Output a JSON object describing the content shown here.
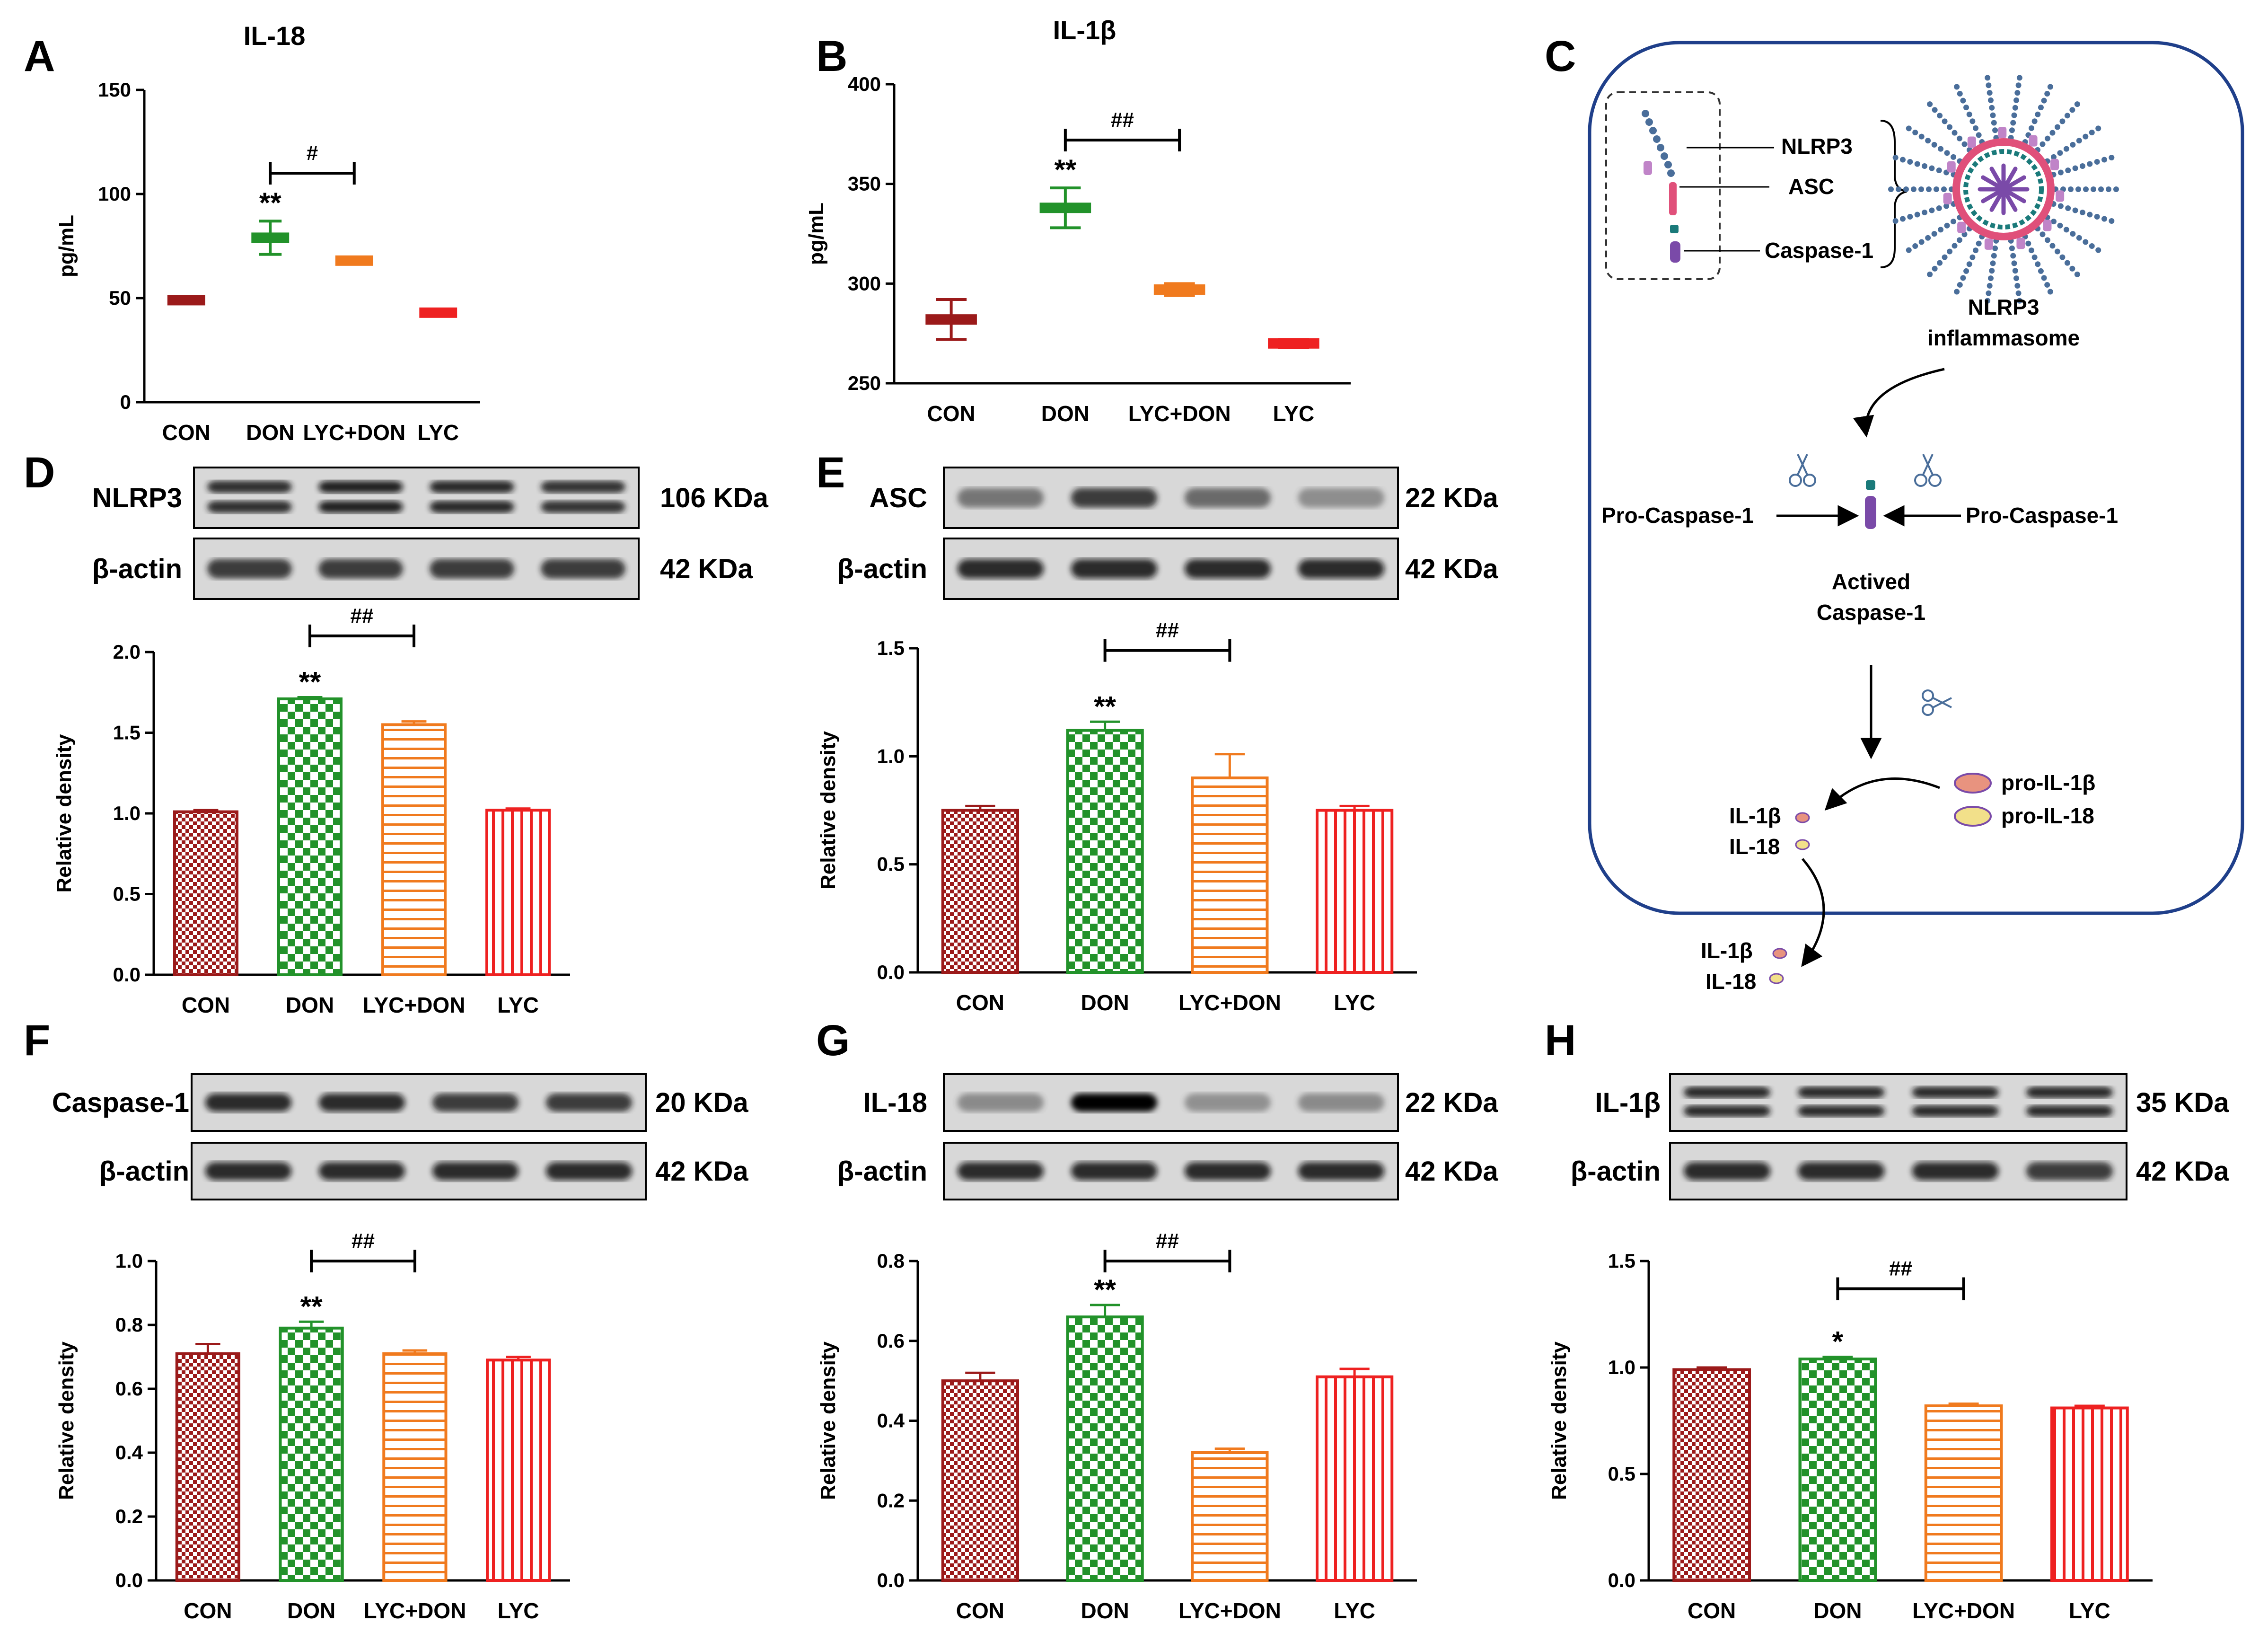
{
  "colors": {
    "con": "#9b1a1a",
    "don": "#22922a",
    "lycdon": "#f07a1e",
    "lyc": "#ee2121",
    "axis": "#000000",
    "cell_border": "#1f3f8a"
  },
  "panels": {
    "A": "A",
    "B": "B",
    "C": "C",
    "D": "D",
    "E": "E",
    "F": "F",
    "G": "G",
    "H": "H"
  },
  "chart_data": [
    {
      "id": "A",
      "type": "scatter",
      "title": "IL-18",
      "ylabel": "pg/mL",
      "ylim": [
        0,
        150
      ],
      "yticks": [
        "0",
        "50",
        "100",
        "150"
      ],
      "categories": [
        "CON",
        "DON",
        "LYC+DON",
        "LYC"
      ],
      "values": [
        49,
        79,
        68,
        43
      ],
      "errors": [
        0,
        8,
        0,
        0
      ],
      "annotations": [
        {
          "category": "DON",
          "text": "**"
        }
      ],
      "bracket": {
        "from": "DON",
        "to": "LYC+DON",
        "text": "#",
        "y": 110
      }
    },
    {
      "id": "B",
      "type": "scatter",
      "title": "IL-1β",
      "ylabel": "pg/mL",
      "ylim": [
        250,
        400
      ],
      "yticks": [
        "250",
        "300",
        "350",
        "400"
      ],
      "categories": [
        "CON",
        "DON",
        "LYC+DON",
        "LYC"
      ],
      "values": [
        282,
        338,
        297,
        270
      ],
      "errors": [
        10,
        10,
        3,
        2
      ],
      "annotations": [
        {
          "category": "DON",
          "text": "**"
        }
      ],
      "bracket": {
        "from": "DON",
        "to": "LYC+DON",
        "text": "##",
        "y": 372
      }
    },
    {
      "id": "D",
      "type": "bar",
      "ylabel": "Relative density",
      "ylim": [
        0,
        2.0
      ],
      "yticks": [
        "0.0",
        "0.5",
        "1.0",
        "1.5",
        "2.0"
      ],
      "categories": [
        "CON",
        "DON",
        "LYC+DON",
        "LYC"
      ],
      "values": [
        1.01,
        1.71,
        1.55,
        1.02
      ],
      "errors": [
        0.01,
        0.01,
        0.02,
        0.01
      ],
      "annotations": [
        {
          "category": "DON",
          "text": "**"
        }
      ],
      "bracket": {
        "from": "DON",
        "to": "LYC+DON",
        "text": "##",
        "y": 2.1
      }
    },
    {
      "id": "E",
      "type": "bar",
      "ylabel": "Relative density",
      "ylim": [
        0,
        1.5
      ],
      "yticks": [
        "0.0",
        "0.5",
        "1.0",
        "1.5"
      ],
      "categories": [
        "CON",
        "DON",
        "LYC+DON",
        "LYC"
      ],
      "values": [
        0.75,
        1.12,
        0.9,
        0.75
      ],
      "errors": [
        0.02,
        0.04,
        0.11,
        0.02
      ],
      "annotations": [
        {
          "category": "DON",
          "text": "**"
        }
      ],
      "bracket": {
        "from": "DON",
        "to": "LYC+DON",
        "text": "##",
        "y": 1.49
      }
    },
    {
      "id": "F",
      "type": "bar",
      "ylabel": "Relative density",
      "ylim": [
        0,
        1.0
      ],
      "yticks": [
        "0.0",
        "0.2",
        "0.4",
        "0.6",
        "0.8",
        "1.0"
      ],
      "categories": [
        "CON",
        "DON",
        "LYC+DON",
        "LYC"
      ],
      "values": [
        0.71,
        0.79,
        0.71,
        0.69
      ],
      "errors": [
        0.03,
        0.02,
        0.01,
        0.01
      ],
      "annotations": [
        {
          "category": "DON",
          "text": "**"
        }
      ],
      "bracket": {
        "from": "DON",
        "to": "LYC+DON",
        "text": "##",
        "y": 1.0
      }
    },
    {
      "id": "G",
      "type": "bar",
      "ylabel": "Relative density",
      "ylim": [
        0,
        0.8
      ],
      "yticks": [
        "0.0",
        "0.2",
        "0.4",
        "0.6",
        "0.8"
      ],
      "categories": [
        "CON",
        "DON",
        "LYC+DON",
        "LYC"
      ],
      "values": [
        0.5,
        0.66,
        0.32,
        0.51
      ],
      "errors": [
        0.02,
        0.03,
        0.01,
        0.02
      ],
      "annotations": [
        {
          "category": "DON",
          "text": "**"
        }
      ],
      "bracket": {
        "from": "DON",
        "to": "LYC+DON",
        "text": "##",
        "y": 0.8
      }
    },
    {
      "id": "H",
      "type": "bar",
      "ylabel": "Relative density",
      "ylim": [
        0,
        1.5
      ],
      "yticks": [
        "0.0",
        "0.5",
        "1.0",
        "1.5"
      ],
      "categories": [
        "CON",
        "DON",
        "LYC+DON",
        "LYC"
      ],
      "values": [
        0.99,
        1.04,
        0.82,
        0.81
      ],
      "errors": [
        0.01,
        0.01,
        0.01,
        0.01
      ],
      "annotations": [
        {
          "category": "DON",
          "text": "*"
        }
      ],
      "bracket": {
        "from": "DON",
        "to": "LYC+DON",
        "text": "##",
        "y": 1.37
      }
    }
  ],
  "blots": [
    {
      "id": "D",
      "rows": [
        {
          "protein": "NLRP3",
          "size": "106 KDa",
          "intensity": [
            0.7,
            0.9,
            0.75,
            0.6
          ],
          "double": true
        },
        {
          "protein": "β-actin",
          "size": "42 KDa",
          "intensity": [
            0.8,
            0.8,
            0.8,
            0.8
          ],
          "double": false
        }
      ]
    },
    {
      "id": "E",
      "rows": [
        {
          "protein": "ASC",
          "size": "22 KDa",
          "intensity": [
            0.55,
            0.8,
            0.6,
            0.35
          ],
          "double": false
        },
        {
          "protein": "β-actin",
          "size": "42 KDa",
          "intensity": [
            0.85,
            0.85,
            0.85,
            0.85
          ],
          "double": false
        }
      ]
    },
    {
      "id": "F",
      "rows": [
        {
          "protein": "Caspase-1",
          "size": "20 KDa",
          "intensity": [
            0.85,
            0.85,
            0.8,
            0.8
          ],
          "double": false
        },
        {
          "protein": "β-actin",
          "size": "42 KDa",
          "intensity": [
            0.85,
            0.85,
            0.85,
            0.85
          ],
          "double": false
        }
      ]
    },
    {
      "id": "G",
      "rows": [
        {
          "protein": "IL-18",
          "size": "22 KDa",
          "intensity": [
            0.45,
            1.0,
            0.3,
            0.45
          ],
          "double": false
        },
        {
          "protein": "β-actin",
          "size": "42 KDa",
          "intensity": [
            0.85,
            0.85,
            0.85,
            0.85
          ],
          "double": false
        }
      ]
    },
    {
      "id": "H",
      "rows": [
        {
          "protein": "IL-1β",
          "size": "35 KDa",
          "intensity": [
            0.8,
            0.8,
            0.75,
            0.75
          ],
          "double": true
        },
        {
          "protein": "β-actin",
          "size": "42 KDa",
          "intensity": [
            0.85,
            0.85,
            0.85,
            0.8
          ],
          "double": false
        }
      ]
    }
  ],
  "diagram": {
    "nlrp3": "NLRP3",
    "asc": "ASC",
    "caspase1": "Caspase-1",
    "inflammasome_1": "NLRP3",
    "inflammasome_2": "inflammasome",
    "pro_caspase_left": "Pro-Caspase-1",
    "pro_caspase_right": "Pro-Caspase-1",
    "actived_1": "Actived",
    "actived_2": "Caspase-1",
    "pro_il1b": "pro-IL-1β",
    "pro_il18": "pro-IL-18",
    "il1b_in": "IL-1β",
    "il18_in": "IL-18",
    "il1b_out": "IL-1β",
    "il18_out": "IL-18"
  }
}
